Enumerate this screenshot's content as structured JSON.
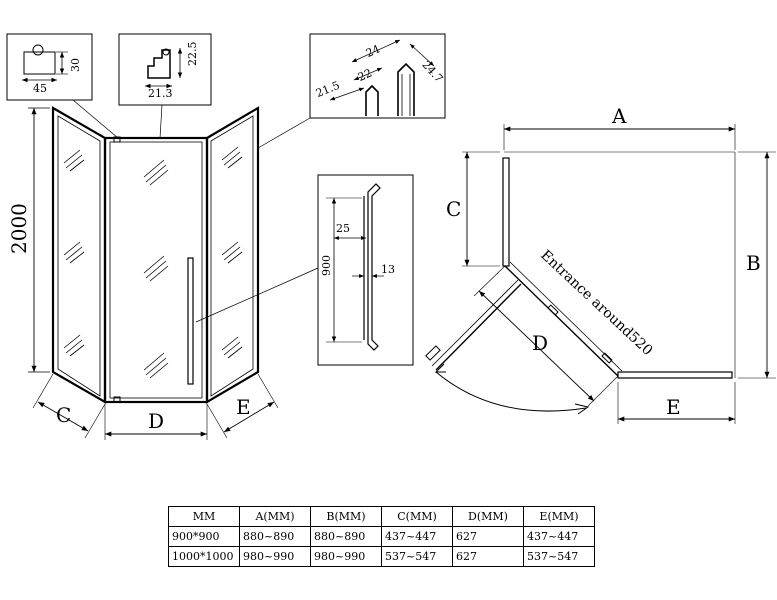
{
  "detail_profile": {
    "width": "45",
    "height": "30"
  },
  "detail_corner": {
    "width": "21.3",
    "height": "22.5"
  },
  "detail_hinge": {
    "d1": "24",
    "d2": "24.7",
    "d3": "22",
    "d4": "21.5"
  },
  "detail_handle": {
    "length": "900",
    "offset": "25",
    "diameter": "13"
  },
  "front_view": {
    "height": "2000",
    "label_c": "C",
    "label_d": "D",
    "label_e": "E"
  },
  "plan_view": {
    "label_a": "A",
    "label_b": "B",
    "label_c": "C",
    "label_d": "D",
    "label_e": "E",
    "entrance": "Entrance around520"
  },
  "spec_table": {
    "headers": [
      "MM",
      "A(MM)",
      "B(MM)",
      "C(MM)",
      "D(MM)",
      "E(MM)"
    ],
    "rows": [
      [
        "900*900",
        "880~890",
        "880~890",
        "437~447",
        "627",
        "437~447"
      ],
      [
        "1000*1000",
        "980~990",
        "980~990",
        "537~547",
        "627",
        "537~547"
      ]
    ]
  }
}
